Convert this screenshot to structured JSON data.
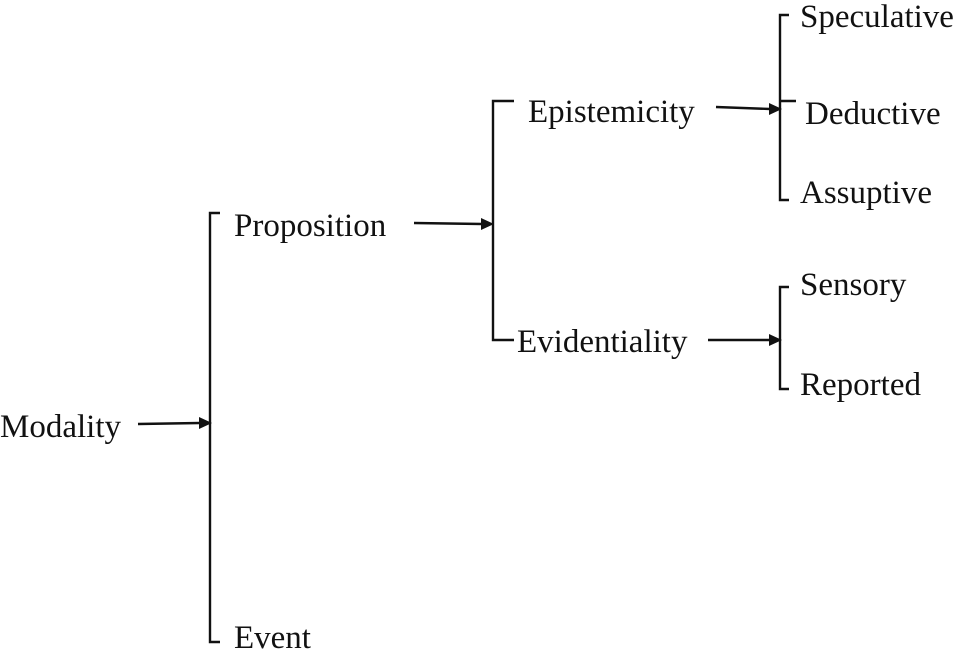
{
  "diagram": {
    "root": "Modality",
    "level1": {
      "proposition": "Proposition",
      "event": "Event"
    },
    "level2": {
      "epistemicity": "Epistemicity",
      "evidentiality": "Evidentiality"
    },
    "level3": {
      "speculative": "Speculative",
      "deductive": "Deductive",
      "assumptive": "Assuptive",
      "sensory": "Sensory",
      "reported": "Reported"
    },
    "colors": {
      "line": "#111111",
      "text": "#111111",
      "background": "#ffffff"
    }
  }
}
